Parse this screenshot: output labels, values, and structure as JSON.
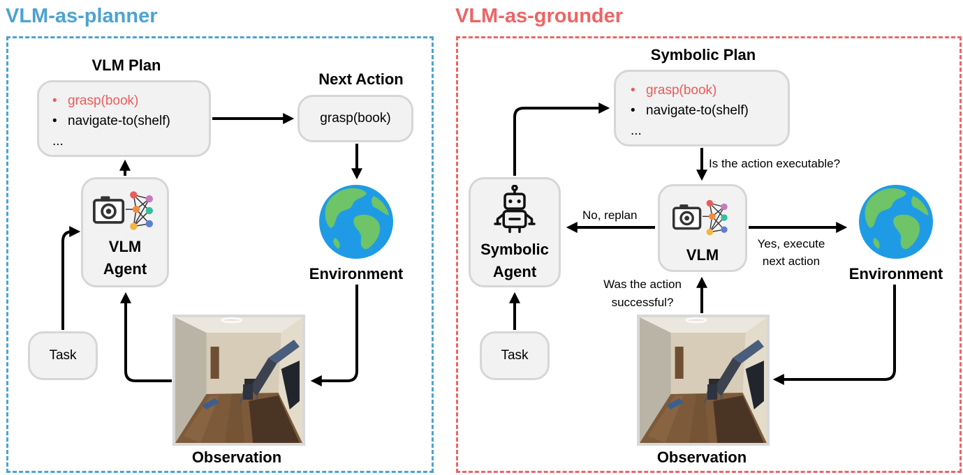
{
  "colors": {
    "planner": "#4ba3d2",
    "grounder": "#ee6464",
    "highlight": "#ec5b5b"
  },
  "planner": {
    "title": "VLM-as-planner",
    "plan_title": "VLM Plan",
    "plan_items": [
      "grasp(book)",
      "navigate-to(shelf)",
      "..."
    ],
    "next_action_title": "Next Action",
    "next_action": "grasp(book)",
    "agent_label": [
      "VLM",
      "Agent"
    ],
    "environment_label": "Environment",
    "observation_label": "Observation",
    "task_label": "Task"
  },
  "grounder": {
    "title": "VLM-as-grounder",
    "plan_title": "Symbolic Plan",
    "plan_items": [
      "grasp(book)",
      "navigate-to(shelf)",
      "..."
    ],
    "question_executable": "Is the action executable?",
    "no_replan": "No, replan",
    "yes_execute": [
      "Yes, execute",
      "next action"
    ],
    "question_success": [
      "Was the action",
      "successful?"
    ],
    "vlm_label": "VLM",
    "agent_label": [
      "Symbolic",
      "Agent"
    ],
    "environment_label": "Environment",
    "observation_label": "Observation",
    "task_label": "Task"
  },
  "icons": [
    "camera-icon",
    "neural-network-icon",
    "earth-globe-icon",
    "robot-icon"
  ]
}
